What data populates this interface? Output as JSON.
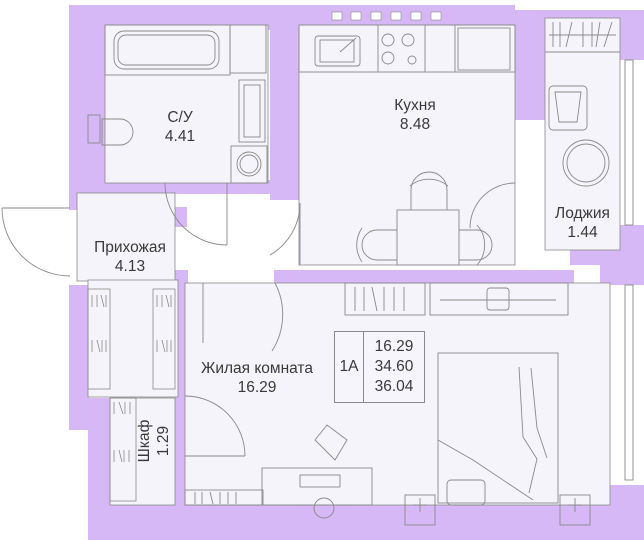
{
  "plan": {
    "wall_color": "#d5b8f5",
    "floor_color": "#f4f4fa",
    "line_color": "#8a8a8a",
    "text_color": "#3a3a3a"
  },
  "rooms": {
    "bathroom": {
      "name": "С/У",
      "area": "4.41"
    },
    "kitchen": {
      "name": "Кухня",
      "area": "8.48"
    },
    "loggia": {
      "name": "Лоджия",
      "area": "1.44"
    },
    "hallway": {
      "name": "Прихожая",
      "area": "4.13"
    },
    "living": {
      "name": "Жилая комната",
      "area": "16.29"
    },
    "closet": {
      "name": "Шкаф",
      "area": "1.29"
    }
  },
  "summary": {
    "type": "1А",
    "living_area": "16.29",
    "total_area": "34.60",
    "total_with_loggia": "36.04"
  }
}
